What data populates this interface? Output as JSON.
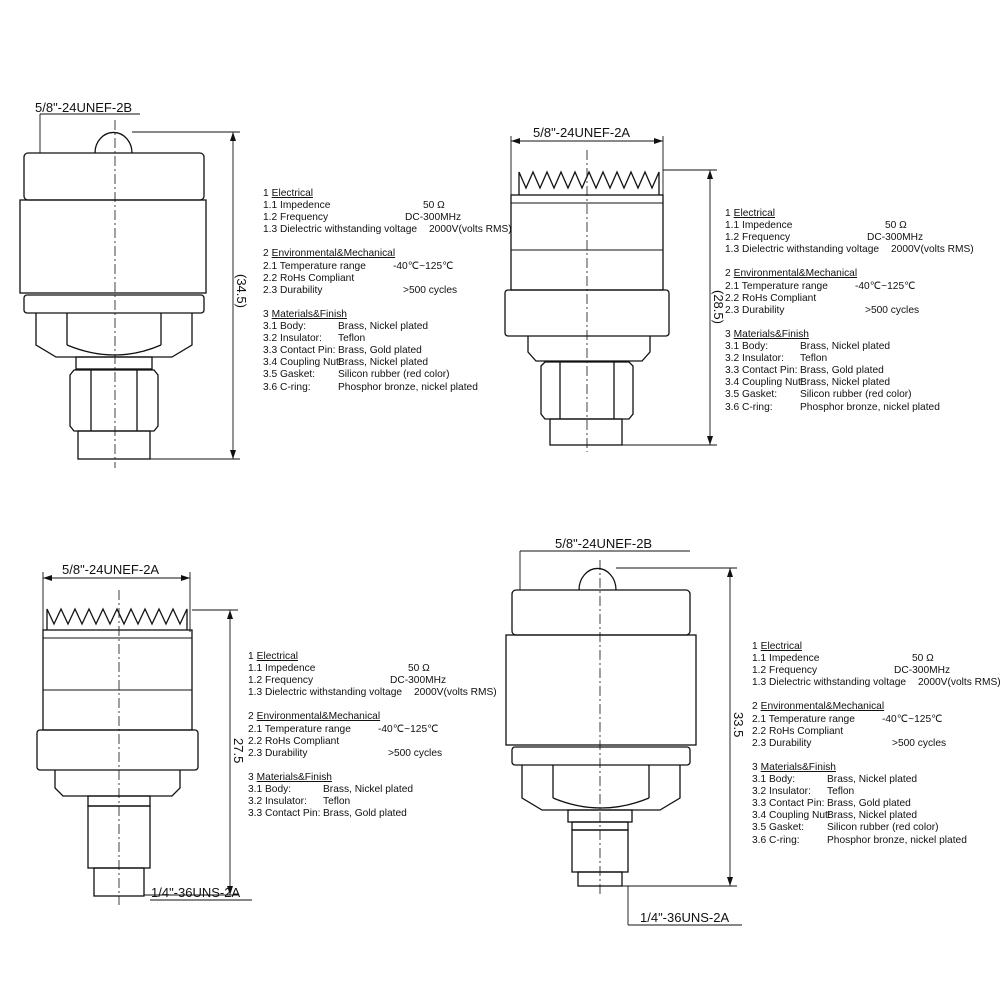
{
  "drawings": [
    {
      "thread_label": "5/8\"-24UNEF-2B",
      "length_dim": "(34.5)"
    },
    {
      "thread_label": "5/8\"-24UNEF-2A",
      "length_dim": "(28.5)"
    },
    {
      "thread_label": "5/8\"-24UNEF-2A",
      "length_dim": "27.5",
      "pin_thread_label": "1/4\"-36UNS-2A"
    },
    {
      "thread_label": "5/8\"-24UNEF-2B",
      "length_dim": "33.5",
      "pin_thread_label": "1/4\"-36UNS-2A"
    }
  ],
  "specs": [
    {
      "sections": [
        {
          "num": "1",
          "title": "Electrical",
          "items": [
            {
              "label": "1.1 Impedence",
              "value": "50 Ω"
            },
            {
              "label": "1.2 Frequency",
              "value": "DC-300MHz"
            },
            {
              "label": "1.3 Dielectric withstanding voltage",
              "value": "2000V(volts RMS)"
            }
          ]
        },
        {
          "num": "2",
          "title": "Environmental&Mechanical",
          "items": [
            {
              "label": "2.1 Temperature range",
              "value": "-40℃~125℃"
            },
            {
              "label": "2.2 RoHs Compliant",
              "value": ""
            },
            {
              "label": "2.3 Durability",
              "value": ">500 cycles"
            }
          ]
        },
        {
          "num": "3",
          "title": "Materials&Finish",
          "items": [
            {
              "label": "3.1 Body:",
              "value": "Brass,  Nickel plated"
            },
            {
              "label": "3.2 Insulator:",
              "value": "Teflon"
            },
            {
              "label": "3.3 Contact Pin:",
              "value": "Brass, Gold plated"
            },
            {
              "label": "3.4 Coupling Nut:",
              "value": "Brass, Nickel plated"
            },
            {
              "label": "3.5 Gasket:",
              "value": "Silicon rubber (red color)"
            },
            {
              "label": "3.6 C-ring:",
              "value": "Phosphor bronze, nickel plated"
            }
          ]
        }
      ]
    },
    {
      "sections": [
        {
          "num": "1",
          "title": "Electrical",
          "items": [
            {
              "label": "1.1 Impedence",
              "value": "50 Ω"
            },
            {
              "label": "1.2 Frequency",
              "value": "DC-300MHz"
            },
            {
              "label": "1.3 Dielectric withstanding voltage",
              "value": "2000V(volts RMS)"
            }
          ]
        },
        {
          "num": "2",
          "title": "Environmental&Mechanical",
          "items": [
            {
              "label": "2.1 Temperature range",
              "value": "-40℃~125℃"
            },
            {
              "label": "2.2 RoHs Compliant",
              "value": ""
            },
            {
              "label": "2.3 Durability",
              "value": ">500 cycles"
            }
          ]
        },
        {
          "num": "3",
          "title": "Materials&Finish",
          "items": [
            {
              "label": "3.1 Body:",
              "value": "Brass,  Nickel plated"
            },
            {
              "label": "3.2 Insulator:",
              "value": "Teflon"
            },
            {
              "label": "3.3 Contact Pin:",
              "value": "Brass, Gold plated"
            },
            {
              "label": "3.4 Coupling Nut:",
              "value": "Brass, Nickel plated"
            },
            {
              "label": "3.5 Gasket:",
              "value": "Silicon rubber (red color)"
            },
            {
              "label": "3.6 C-ring:",
              "value": "Phosphor bronze, nickel plated"
            }
          ]
        }
      ]
    },
    {
      "sections": [
        {
          "num": "1",
          "title": "Electrical",
          "items": [
            {
              "label": "1.1 Impedence",
              "value": "50 Ω"
            },
            {
              "label": "1.2 Frequency",
              "value": "DC-300MHz"
            },
            {
              "label": "1.3 Dielectric withstanding voltage",
              "value": "2000V(volts RMS)"
            }
          ]
        },
        {
          "num": "2",
          "title": "Environmental&Mechanical",
          "items": [
            {
              "label": "2.1 Temperature range",
              "value": "-40℃~125℃"
            },
            {
              "label": "2.2 RoHs Compliant",
              "value": ""
            },
            {
              "label": "2.3 Durability",
              "value": ">500 cycles"
            }
          ]
        },
        {
          "num": "3",
          "title": "Materials&Finish",
          "items": [
            {
              "label": "3.1 Body:",
              "value": "Brass,  Nickel plated"
            },
            {
              "label": "3.2 Insulator:",
              "value": "Teflon"
            },
            {
              "label": "3.3 Contact Pin:",
              "value": "Brass, Gold plated"
            }
          ]
        }
      ]
    },
    {
      "sections": [
        {
          "num": "1",
          "title": "Electrical",
          "items": [
            {
              "label": "1.1 Impedence",
              "value": "50 Ω"
            },
            {
              "label": "1.2 Frequency",
              "value": "DC-300MHz"
            },
            {
              "label": "1.3 Dielectric withstanding voltage",
              "value": "2000V(volts RMS)"
            }
          ]
        },
        {
          "num": "2",
          "title": "Environmental&Mechanical",
          "items": [
            {
              "label": "2.1 Temperature range",
              "value": "-40℃~125℃"
            },
            {
              "label": "2.2 RoHs Compliant",
              "value": ""
            },
            {
              "label": "2.3 Durability",
              "value": ">500 cycles"
            }
          ]
        },
        {
          "num": "3",
          "title": "Materials&Finish",
          "items": [
            {
              "label": "3.1 Body:",
              "value": "Brass,  Nickel plated"
            },
            {
              "label": "3.2 Insulator:",
              "value": "Teflon"
            },
            {
              "label": "3.3 Contact Pin:",
              "value": "Brass, Gold plated"
            },
            {
              "label": "3.4 Coupling Nut:",
              "value": "Brass, Nickel plated"
            },
            {
              "label": "3.5 Gasket:",
              "value": "Silicon rubber (red color)"
            },
            {
              "label": "3.6 C-ring:",
              "value": "Phosphor bronze, nickel plated"
            }
          ]
        }
      ]
    }
  ]
}
